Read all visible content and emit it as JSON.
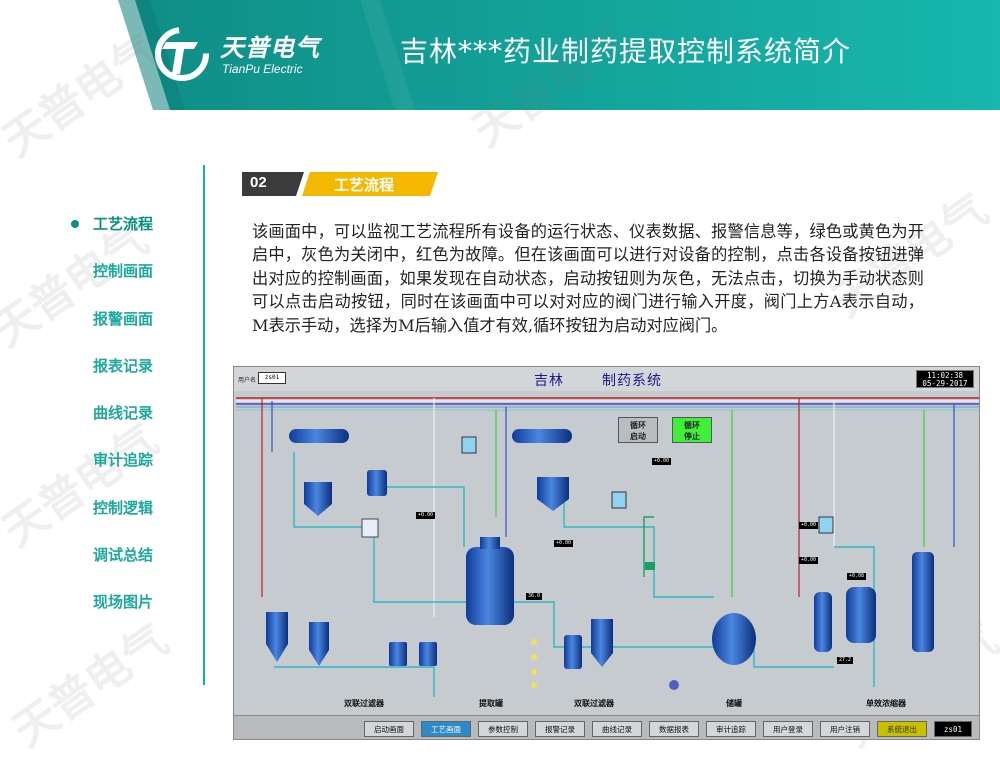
{
  "brand": {
    "name": "天普电气",
    "sub": "TianPu Electric",
    "watermark": "天普电气"
  },
  "header": {
    "title": "吉林***药业制药提取控制系统简介"
  },
  "nav": {
    "items": [
      {
        "label": "工艺流程",
        "active": true
      },
      {
        "label": "控制画面"
      },
      {
        "label": "报警画面"
      },
      {
        "label": "报表记录"
      },
      {
        "label": "曲线记录"
      },
      {
        "label": "审计追踪"
      },
      {
        "label": "控制逻辑"
      },
      {
        "label": "调试总结"
      },
      {
        "label": "现场图片"
      }
    ]
  },
  "section": {
    "number": "02",
    "label": "工艺流程"
  },
  "description": "该画面中，可以监视工艺流程所有设备的运行状态、仪表数据、报警信息等，绿色或黄色为开启中，灰色为关闭中，红色为故障。但在该画面可以进行对设备的控制，点击各设备按钮进弹出对应的控制画面，如果发现在自动状态，启动按钮则为灰色，无法点击，切换为手动状态则可以点击启动按钮，同时在该画面中可以对对应的阀门进行输入开度，阀门上方A表示自动，M表示手动，选择为M后输入值才有效,循环按钮为启动对应阀门。",
  "hmi": {
    "title_left": "吉林",
    "title_right": "制药系统",
    "user_label": "用户名",
    "user_value": "zs01",
    "clock_time": "11:02:38",
    "clock_date": "05-29-2017",
    "loop_start": "循环\n启动",
    "loop_stop": "循环\n停止",
    "readings": [
      "+0.00",
      "+0.00",
      "36.0",
      "+0.00",
      "+0.00",
      "+0.08",
      "27.2",
      "+0.00"
    ],
    "areas": [
      "双联过滤器",
      "提取罐",
      "双联过滤器",
      "储罐",
      "单效浓缩器"
    ],
    "bottom_buttons": [
      {
        "label": "启动画面"
      },
      {
        "label": "工艺画面",
        "active": true
      },
      {
        "label": "参数控制"
      },
      {
        "label": "报警记录"
      },
      {
        "label": "曲线记录"
      },
      {
        "label": "数据报表"
      },
      {
        "label": "审计追踪"
      },
      {
        "label": "用户登录"
      },
      {
        "label": "用户注销"
      },
      {
        "label": "系统退出"
      }
    ],
    "current_user": "zs01"
  },
  "colors": {
    "accent": "#0a8f84",
    "banner": "#14b1a7",
    "tag_dark": "#3b3b3b",
    "tag_yellow": "#f5b800"
  }
}
